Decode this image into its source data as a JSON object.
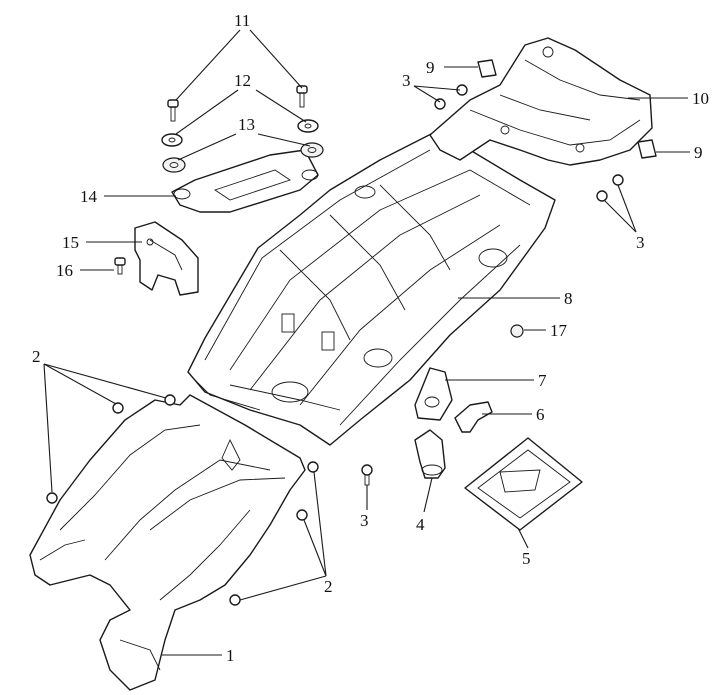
{
  "callouts": {
    "c1": "1",
    "c2a": "2",
    "c2b": "2",
    "c3a": "3",
    "c3b": "3",
    "c3c": "3",
    "c4": "4",
    "c5": "5",
    "c6": "6",
    "c7": "7",
    "c8": "8",
    "c9a": "9",
    "c9b": "9",
    "c10": "10",
    "c11": "11",
    "c12": "12",
    "c13": "13",
    "c14": "14",
    "c15": "15",
    "c16": "16",
    "c17": "17"
  },
  "colors": {
    "line": "#1a1a1a",
    "background": "#ffffff"
  }
}
